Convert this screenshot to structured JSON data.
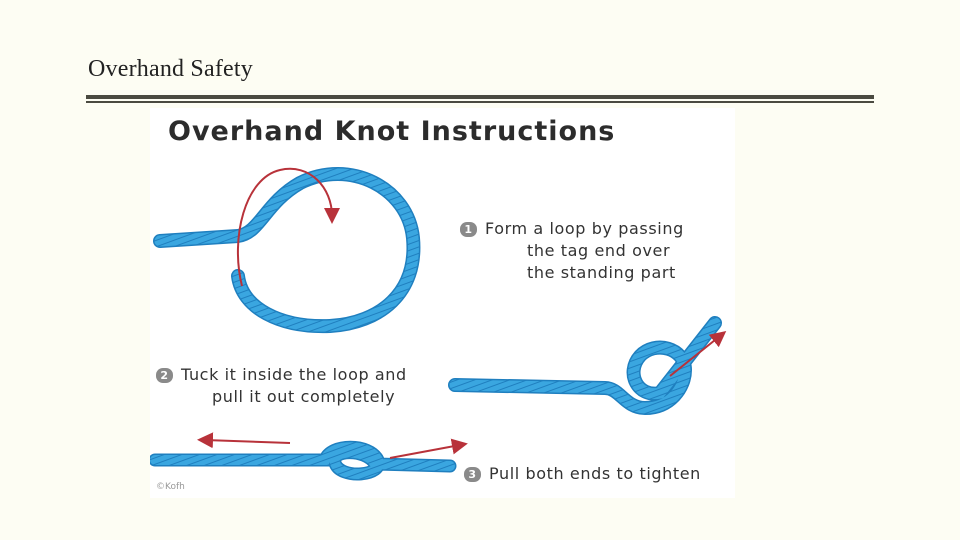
{
  "slide": {
    "title": "Overhand Safety"
  },
  "figure": {
    "title": "Overhand Knot Instructions",
    "steps": [
      {
        "number": "1",
        "lines": [
          "Form a loop by passing",
          "the tag end over",
          "the standing part"
        ]
      },
      {
        "number": "2",
        "lines": [
          "Tuck it inside the loop and",
          "pull it out completely"
        ]
      },
      {
        "number": "3",
        "lines": [
          "Pull both ends to tighten"
        ]
      }
    ],
    "credit": "©Kofh",
    "colors": {
      "rope": "#3aa6e0",
      "rope_edge": "#1f7fbf",
      "arrow": "#b8323a"
    }
  }
}
